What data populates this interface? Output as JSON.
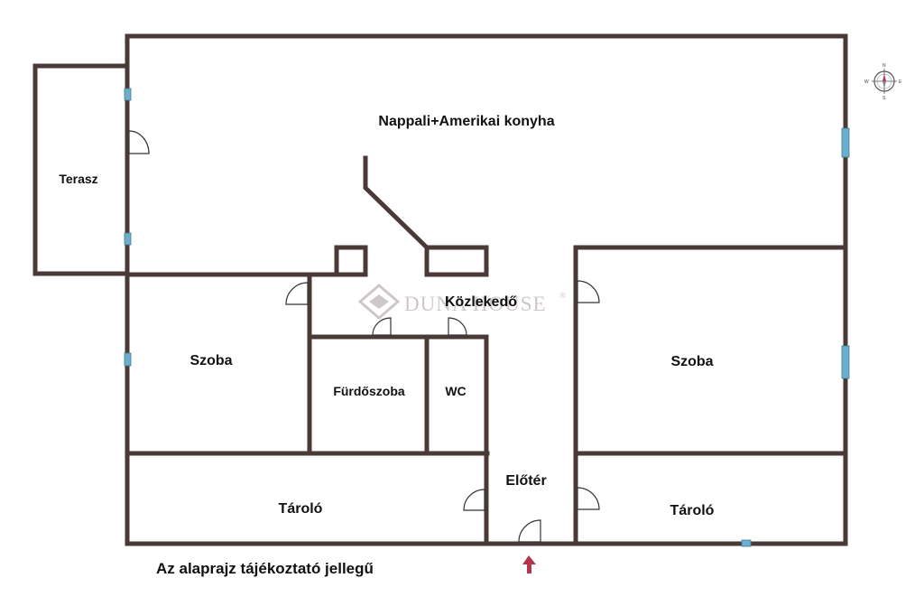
{
  "rooms": {
    "living": "Nappali+Amerikai konyha",
    "terrace": "Terasz",
    "corridor": "Közlekedő",
    "room_left": "Szoba",
    "room_right": "Szoba",
    "bathroom": "Fürdőszoba",
    "wc": "WC",
    "storage_left": "Tároló",
    "storage_right": "Tároló",
    "hall": "Előtér"
  },
  "watermark": {
    "text": "DUNA HOUSE",
    "mark": "®"
  },
  "compass": {
    "north": "N",
    "south": "S",
    "east": "E",
    "west": "W"
  },
  "caption": "Az alaprajz tájékoztató jellegű",
  "colors": {
    "wall": "#4a3a37",
    "window": "#6aaed0",
    "door": "#333333",
    "entrance_arrow": "#b5354d",
    "watermark": "#c9c2c4"
  }
}
